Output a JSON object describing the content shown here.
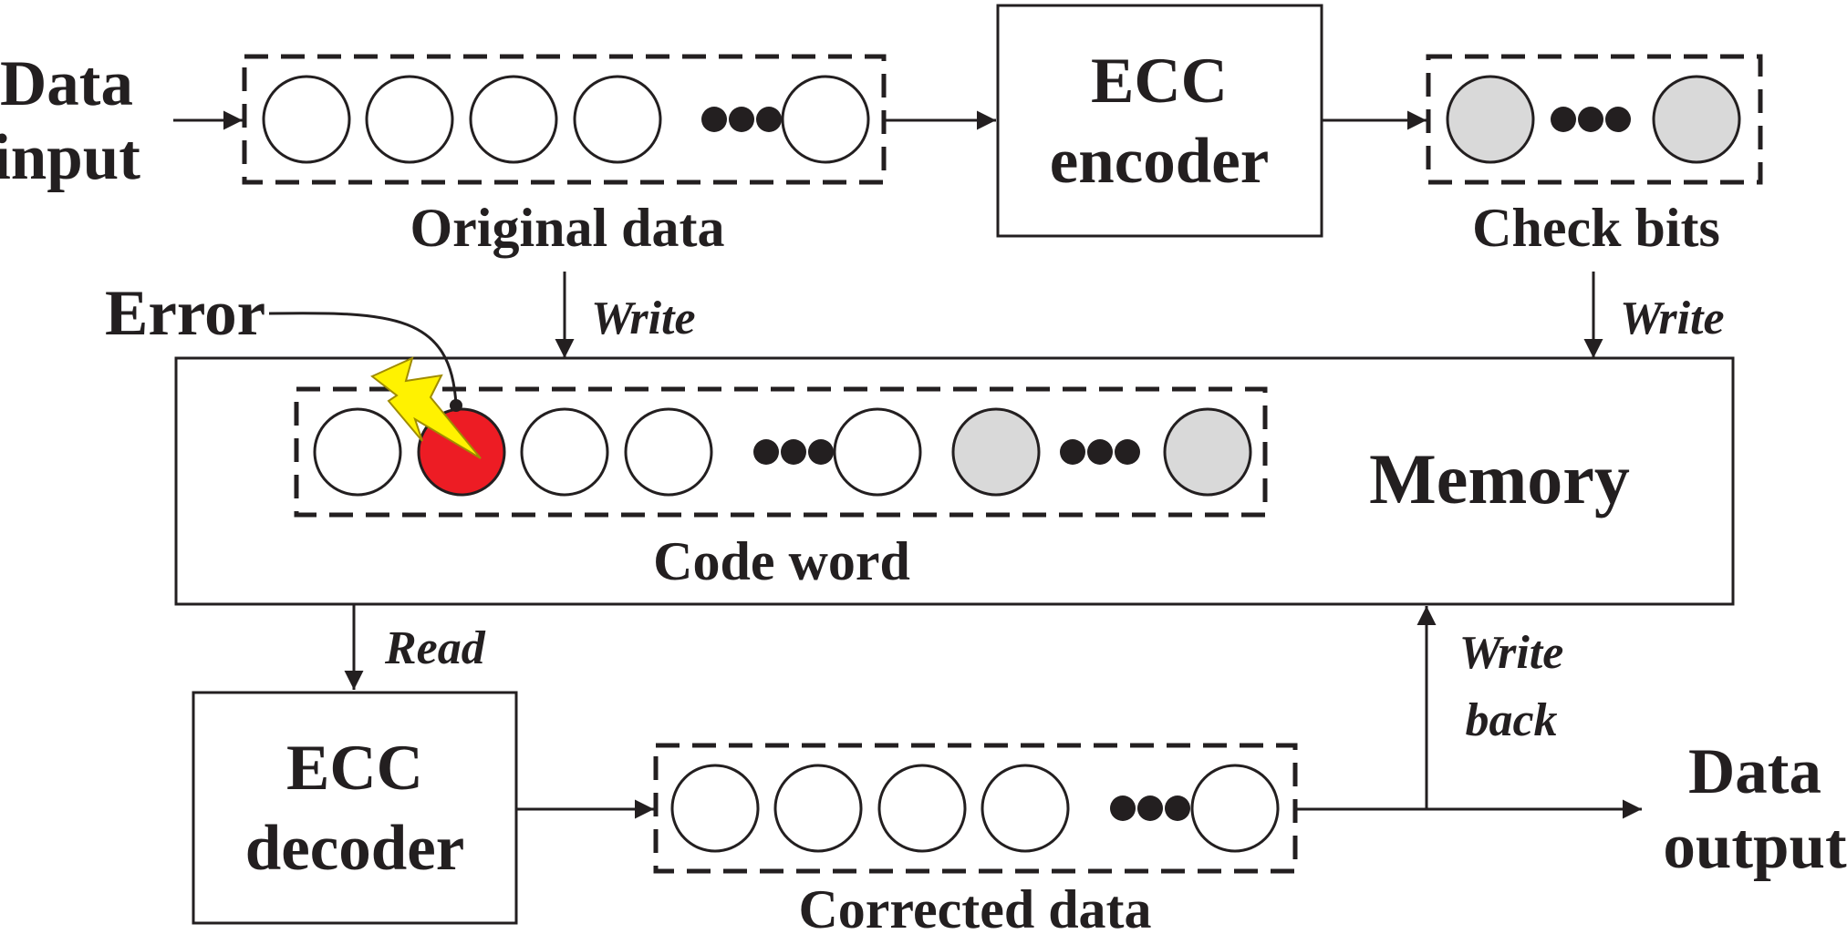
{
  "labels": {
    "data_input": [
      "Data",
      "input"
    ],
    "original_data": "Original data",
    "ecc_encoder": [
      "ECC",
      "encoder"
    ],
    "check_bits": "Check bits",
    "error": "Error",
    "write_left": "Write",
    "write_right": "Write",
    "memory": "Memory",
    "code_word": "Code word",
    "read": "Read",
    "write_back": [
      "Write",
      "back"
    ],
    "ecc_decoder": [
      "ECC",
      "decoder"
    ],
    "corrected_data": "Corrected data",
    "data_output": [
      "Data",
      "output"
    ]
  },
  "colors": {
    "ink": "#231f20",
    "data_bit": "#ffffff",
    "check_bit": "#d9d9d9",
    "error_bit": "#ed1c24",
    "lightning_fill": "#fff200",
    "lightning_stroke": "#a08c00"
  },
  "bit_groups": {
    "original_data": [
      "data",
      "data",
      "data",
      "data",
      "ellipsis",
      "data"
    ],
    "check_bits": [
      "check",
      "ellipsis",
      "check"
    ],
    "code_word": [
      "data",
      "error",
      "data",
      "data",
      "ellipsis",
      "data",
      "check",
      "ellipsis",
      "check"
    ],
    "corrected_data": [
      "data",
      "data",
      "data",
      "data",
      "ellipsis",
      "data"
    ]
  },
  "icons": {
    "error_marker": "lightning-bolt-icon"
  }
}
